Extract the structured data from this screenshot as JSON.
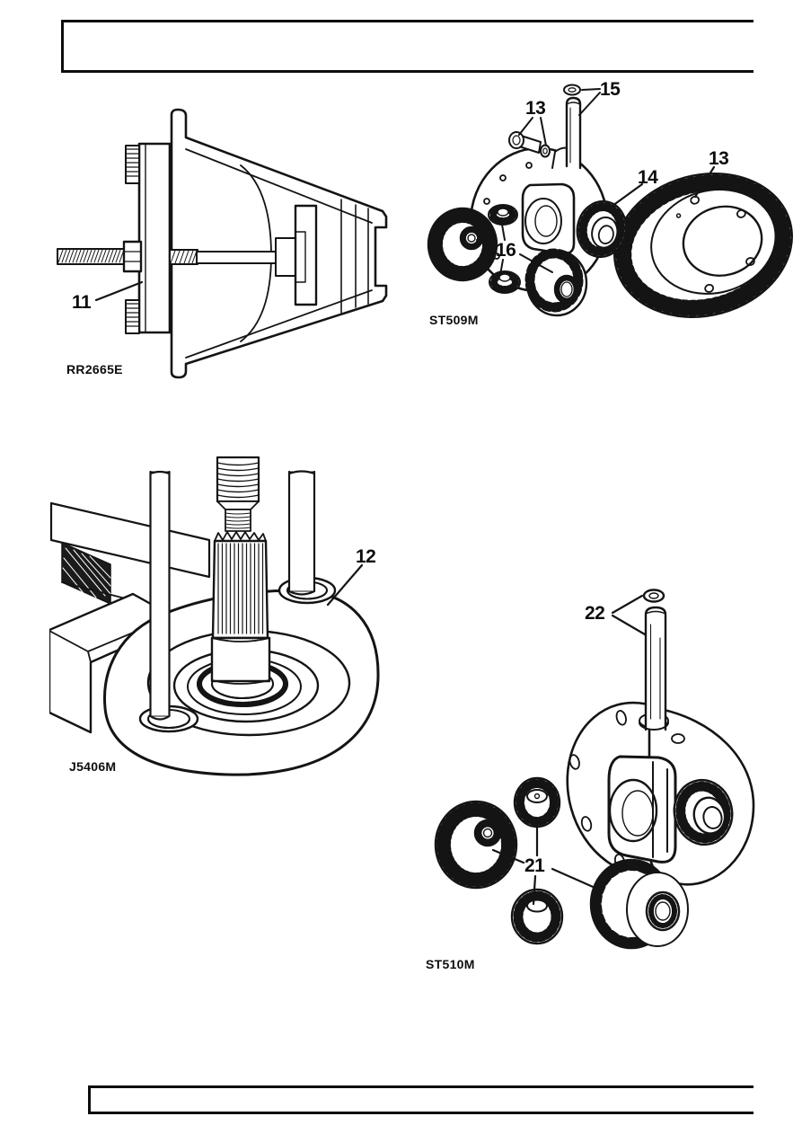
{
  "page": {
    "background": "#ffffff",
    "ink": "#141414"
  },
  "header_box": {
    "text": ""
  },
  "footer_box": {
    "text": ""
  },
  "figures": {
    "rr2665e": {
      "caption": "RR2665E",
      "callouts": {
        "n11": "11"
      }
    },
    "st509m": {
      "caption": "ST509M",
      "callouts": {
        "n15": "15",
        "n13_top": "13",
        "n14": "14",
        "n13_right": "13",
        "n16": "16"
      }
    },
    "j5406m": {
      "caption": "J5406M",
      "callouts": {
        "n12": "12"
      }
    },
    "st510m": {
      "caption": "ST510M",
      "callouts": {
        "n22": "22",
        "n21": "21"
      }
    }
  }
}
